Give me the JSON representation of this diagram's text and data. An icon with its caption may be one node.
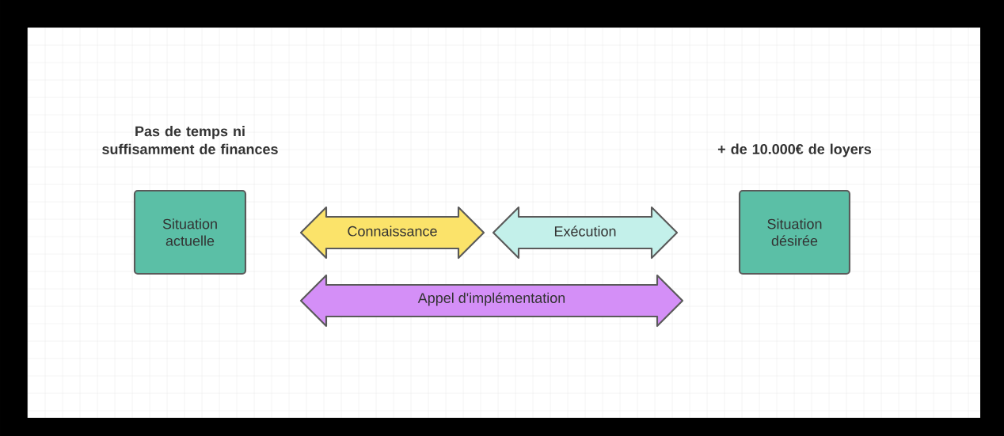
{
  "diagram": {
    "nodes": [
      {
        "text": [
          "Situation actuelle"
        ],
        "beside": [
          "Pas de temps ni suffisamment de finances"
        ]
      },
      {
        "text": [
          "Connaissance"
        ]
      },
      {
        "text": [
          "Exécution"
        ]
      },
      {
        "text": [
          "Appel d'implémentation"
        ]
      },
      {
        "text": [
          "Situation désirée"
        ],
        "beside": [
          "+ de 10.000€ de loyers"
        ]
      }
    ]
  }
}
